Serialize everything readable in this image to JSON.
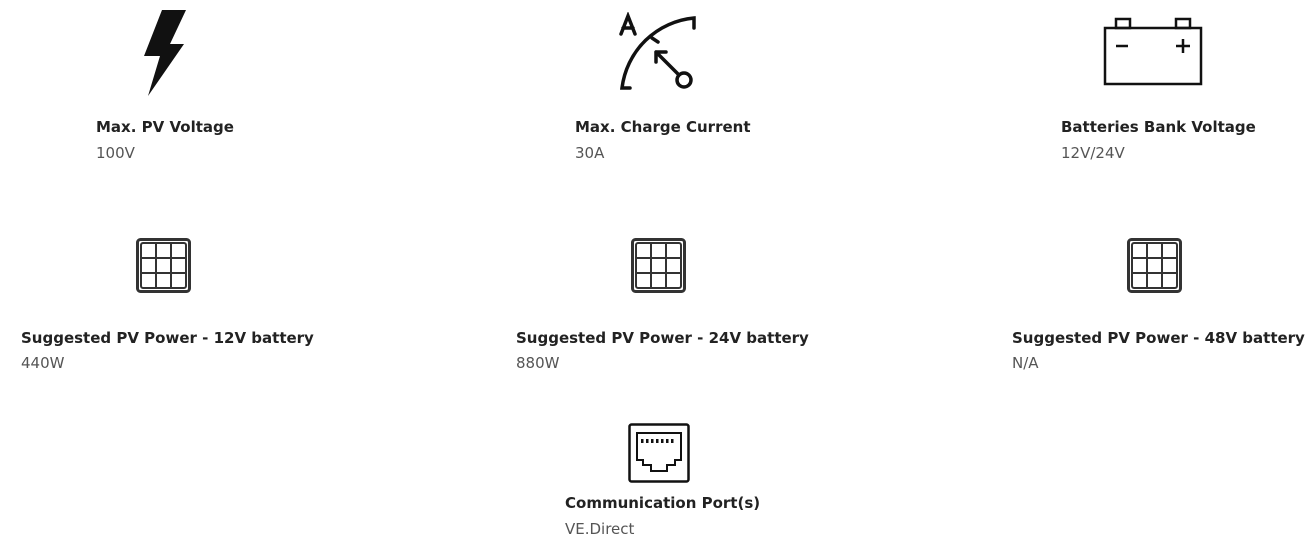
{
  "specs": [
    {
      "label": "Max. PV Voltage",
      "value": "100V",
      "icon": "lightning-bolt-icon"
    },
    {
      "label": "Max. Charge Current",
      "value": "30A",
      "icon": "ammeter-gauge-icon"
    },
    {
      "label": "Batteries Bank Voltage",
      "value": "12V/24V",
      "icon": "battery-icon"
    },
    {
      "label": "Suggested PV Power - 12V battery",
      "value": "440W",
      "icon": "solar-panel-icon"
    },
    {
      "label": "Suggested PV Power - 24V battery",
      "value": "880W",
      "icon": "solar-panel-icon"
    },
    {
      "label": "Suggested PV Power - 48V battery",
      "value": "N/A",
      "icon": "solar-panel-icon"
    },
    {
      "label": "Communication Port(s)",
      "value": "VE.Direct",
      "icon": "ethernet-port-icon"
    }
  ],
  "gauge_letter": "A"
}
